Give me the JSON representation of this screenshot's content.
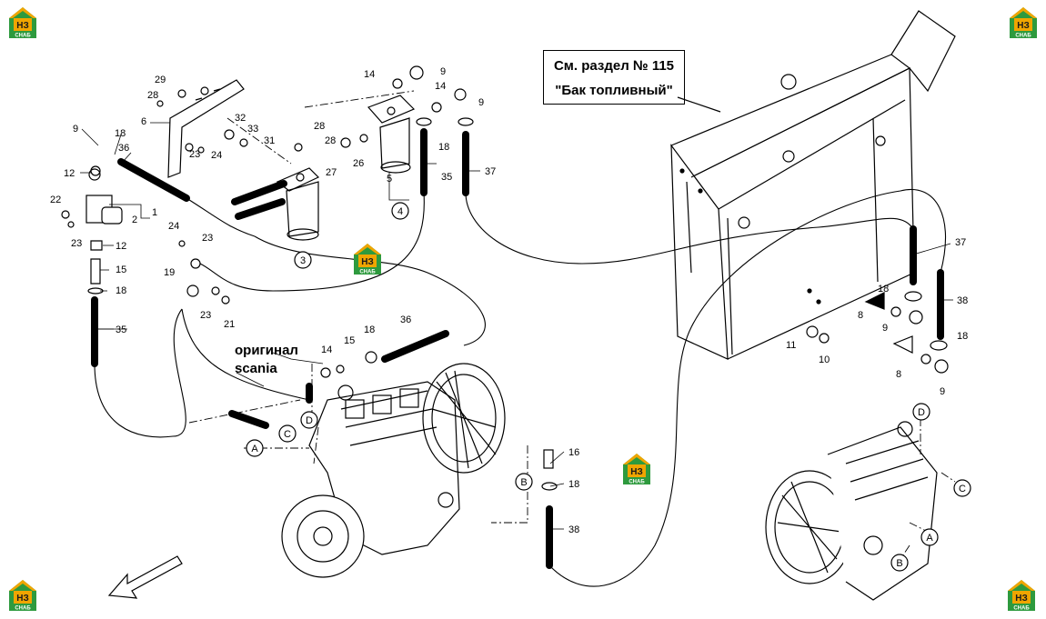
{
  "note": {
    "line1": "См. раздел № 115",
    "line2": "\"Бак топливный\""
  },
  "annotation": {
    "line1": "оригинал",
    "line2": "scania"
  },
  "logo": {
    "text": "НЗ",
    "subtext": "СНАБ",
    "colors": {
      "orange": "#f0a500",
      "green": "#2e9a3e",
      "dark": "#1a1a1a"
    }
  },
  "callouts": {
    "c1": "1",
    "c2": "2",
    "c3": "3",
    "c4": "4",
    "c5": "5",
    "c6": "6",
    "c8a": "8",
    "c8b": "8",
    "c9a": "9",
    "c9b": "9",
    "c9c": "9",
    "c9d": "9",
    "c9e": "9",
    "c10": "10",
    "c11": "11",
    "c12a": "12",
    "c12b": "12",
    "c14a": "14",
    "c14b": "14",
    "c14c": "14",
    "c15a": "15",
    "c15b": "15",
    "c16": "16",
    "c18a": "18",
    "c18b": "18",
    "c18c": "18",
    "c18d": "18",
    "c18e": "18",
    "c18f": "18",
    "c18g": "18",
    "c19": "19",
    "c21": "21",
    "c22": "22",
    "c23a": "23",
    "c23b": "23",
    "c23c": "23",
    "c23d": "23",
    "c24a": "24",
    "c24b": "24",
    "c26": "26",
    "c27": "27",
    "c28a": "28",
    "c28b": "28",
    "c28c": "28",
    "c29": "29",
    "c31": "31",
    "c32": "32",
    "c33": "33",
    "c35a": "35",
    "c35b": "35",
    "c36a": "36",
    "c36b": "36",
    "c37a": "37",
    "c37b": "37",
    "c38a": "38",
    "c38b": "38"
  },
  "refs": {
    "a1": "A",
    "a2": "A",
    "b1": "B",
    "b2": "B",
    "c1": "C",
    "c2": "C",
    "d1": "D",
    "d2": "D",
    "p3": "3",
    "p4": "4"
  }
}
